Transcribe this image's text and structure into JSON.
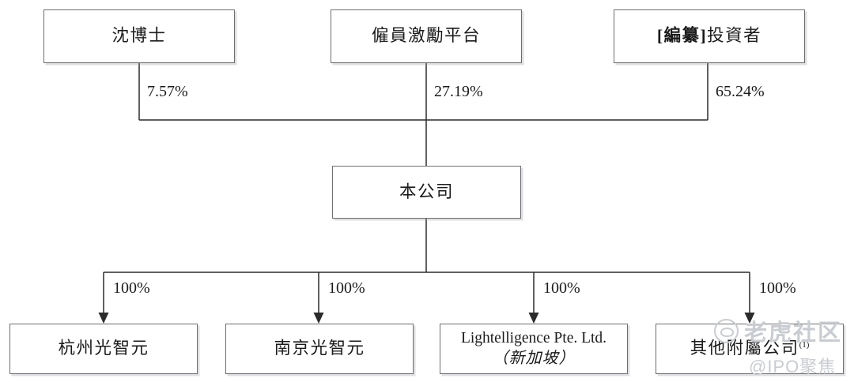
{
  "chart_data": {
    "type": "diagram",
    "title": "",
    "diagram_kind": "corporate-shareholding-structure",
    "nodes": [
      {
        "id": "shen",
        "label": "沈博士",
        "tier": "shareholder"
      },
      {
        "id": "esop",
        "label": "僱員激勵平台",
        "tier": "shareholder"
      },
      {
        "id": "investors",
        "label": "[編纂]投資者",
        "tier": "shareholder",
        "bold_prefix": "[編纂]",
        "rest": "投資者"
      },
      {
        "id": "company",
        "label": "本公司",
        "tier": "company"
      },
      {
        "id": "hangzhou",
        "label": "杭州光智元",
        "tier": "subsidiary"
      },
      {
        "id": "nanjing",
        "label": "南京光智元",
        "tier": "subsidiary"
      },
      {
        "id": "lightelligence",
        "label": "Lightelligence Pte. Ltd.",
        "sub_label": "（新加坡）",
        "tier": "subsidiary"
      },
      {
        "id": "others",
        "label": "其他附屬公司",
        "note": "(1)",
        "tier": "subsidiary"
      }
    ],
    "edges": [
      {
        "from": "shen",
        "to": "company",
        "value": "7.57%"
      },
      {
        "from": "esop",
        "to": "company",
        "value": "27.19%"
      },
      {
        "from": "investors",
        "to": "company",
        "value": "65.24%"
      },
      {
        "from": "company",
        "to": "hangzhou",
        "value": "100%"
      },
      {
        "from": "company",
        "to": "nanjing",
        "value": "100%"
      },
      {
        "from": "company",
        "to": "lightelligence",
        "value": "100%"
      },
      {
        "from": "company",
        "to": "others",
        "value": "100%"
      }
    ]
  },
  "boxes": {
    "shen": "沈博士",
    "esop": "僱員激勵平台",
    "investors_bracket": "[編纂]",
    "investors_rest": "投資者",
    "company": "本公司",
    "hangzhou": "杭州光智元",
    "nanjing": "南京光智元",
    "lightelligence": "Lightelligence Pte. Ltd.",
    "lightelligence_sub": "（新加坡）",
    "others": "其他附屬公司",
    "others_note": "(1)"
  },
  "percentages": {
    "shen": "7.57%",
    "esop": "27.19%",
    "investors": "65.24%",
    "hangzhou": "100%",
    "nanjing": "100%",
    "lightelligence": "100%",
    "others": "100%"
  },
  "watermark": {
    "main": "老虎社区",
    "sub": "@IPO聚焦"
  },
  "colors": {
    "box_border": "#6e6e72",
    "line": "#2b2b2b",
    "text": "#1b1b1b",
    "watermark": "#c9ccd1",
    "background": "#ffffff"
  }
}
